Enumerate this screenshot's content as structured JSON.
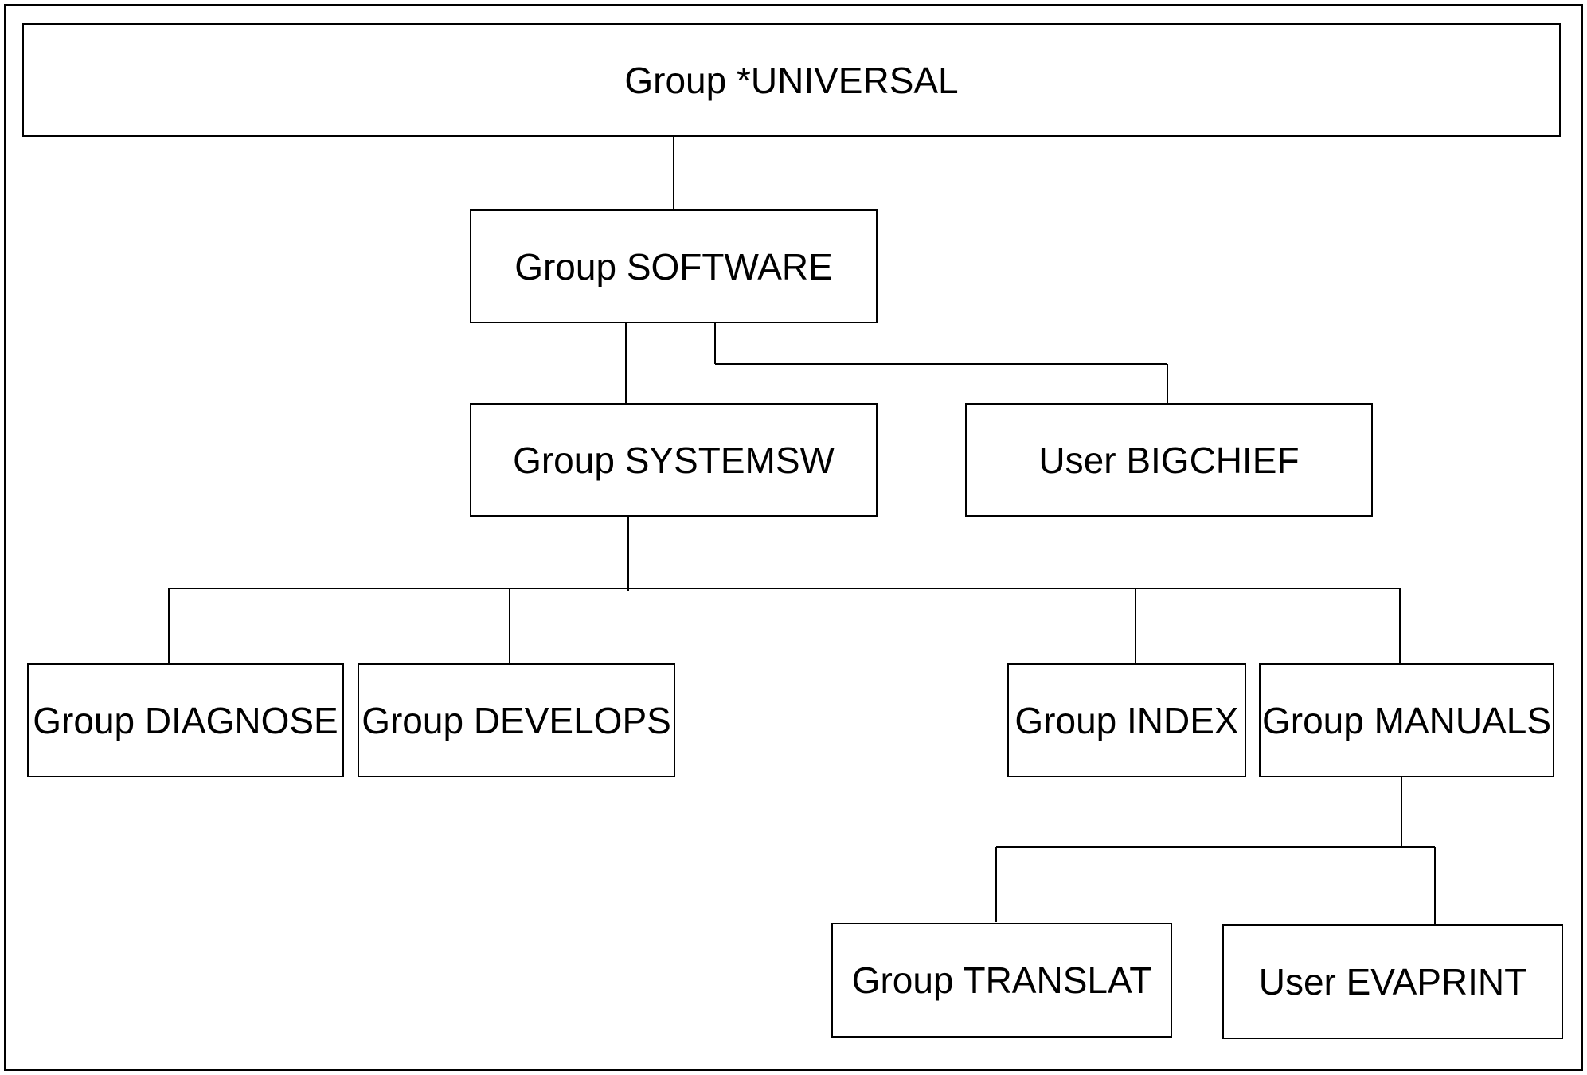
{
  "nodes": {
    "universal": "Group *UNIVERSAL",
    "software": "Group SOFTWARE",
    "systemsw": "Group SYSTEMSW",
    "bigchief": "User BIGCHIEF",
    "diagnose": "Group DIAGNOSE",
    "develops": "Group DEVELOPS",
    "index": "Group INDEX",
    "manuals": "Group MANUALS",
    "translat": "Group TRANSLAT",
    "evaprint": "User EVAPRINT"
  },
  "hierarchy": [
    {
      "parent": "universal",
      "children": [
        "software"
      ]
    },
    {
      "parent": "software",
      "children": [
        "systemsw",
        "bigchief"
      ]
    },
    {
      "parent": "systemsw",
      "children": [
        "diagnose",
        "develops",
        "index",
        "manuals"
      ]
    },
    {
      "parent": "manuals",
      "children": [
        "translat",
        "evaprint"
      ]
    }
  ]
}
